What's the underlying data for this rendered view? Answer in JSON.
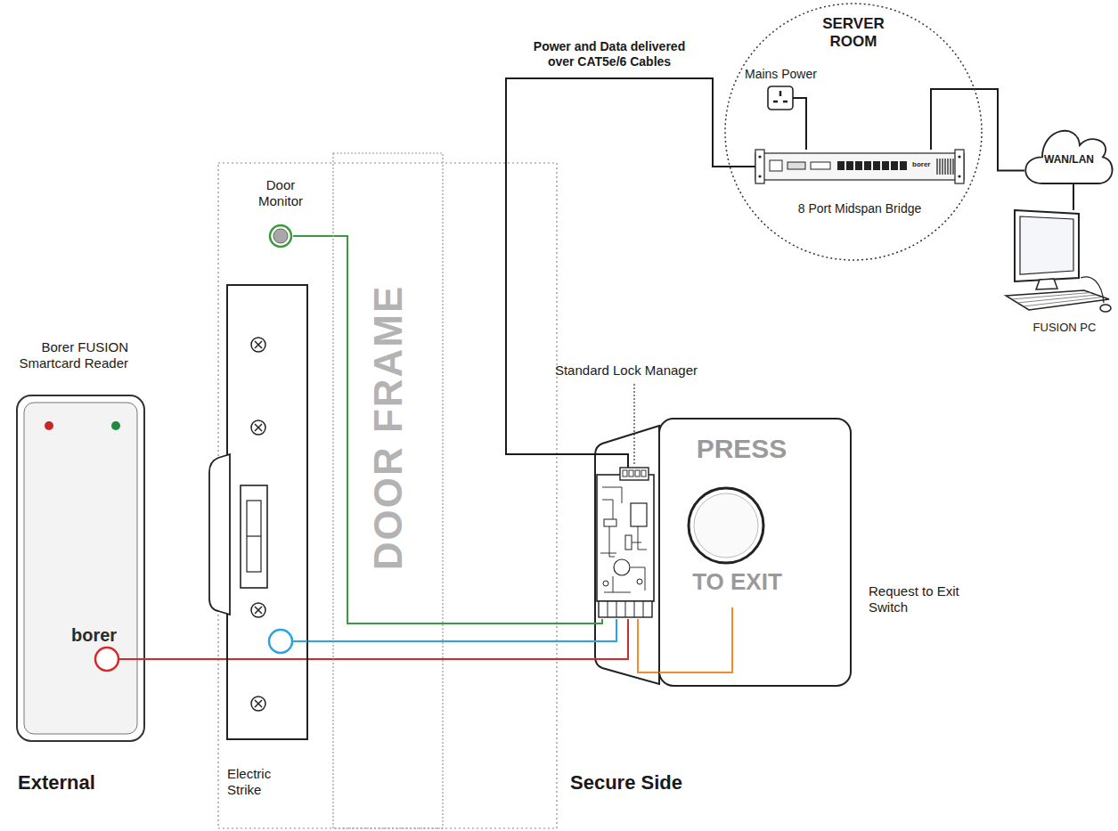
{
  "diagram": {
    "nodes": [
      {
        "text": [
          "SERVER ROOM"
        ]
      },
      {
        "text": [
          "Mains Power"
        ],
        "in": 0
      },
      {
        "text": [
          "8 Port Midspan Bridge",
          "borer"
        ],
        "in": 0
      },
      {
        "text": [
          "WAN/LAN"
        ]
      },
      {
        "text": [
          "FUSION PC"
        ]
      },
      {
        "text": [
          "Door Monitor"
        ]
      },
      {
        "text": [
          "Borer FUSION Smartcard Reader",
          "borer"
        ]
      },
      {
        "text": [
          "Electric Strike"
        ]
      },
      {
        "text": [
          "DOOR FRAME"
        ]
      },
      {
        "text": [
          "Standard Lock Manager"
        ]
      },
      {
        "text": [
          "PRESS",
          "TO EXIT",
          "Request to Exit Switch"
        ]
      }
    ],
    "edges": [
      {
        "from": 2,
        "to": 9,
        "label": "Power and Data delivered over CAT5e/6 Cables",
        "arrow": "none"
      },
      {
        "from": 1,
        "to": 2,
        "arrow": "none"
      },
      {
        "from": 2,
        "to": 3,
        "arrow": "none"
      },
      {
        "from": 3,
        "to": 4,
        "arrow": "none"
      },
      {
        "from": 5,
        "to": 9,
        "arrow": "none"
      },
      {
        "from": 7,
        "to": 9,
        "arrow": "none"
      },
      {
        "from": 6,
        "to": 9,
        "arrow": "none"
      },
      {
        "from": 9,
        "to": 10,
        "arrow": "none"
      }
    ],
    "labels": [
      "External",
      "Secure Side"
    ]
  }
}
